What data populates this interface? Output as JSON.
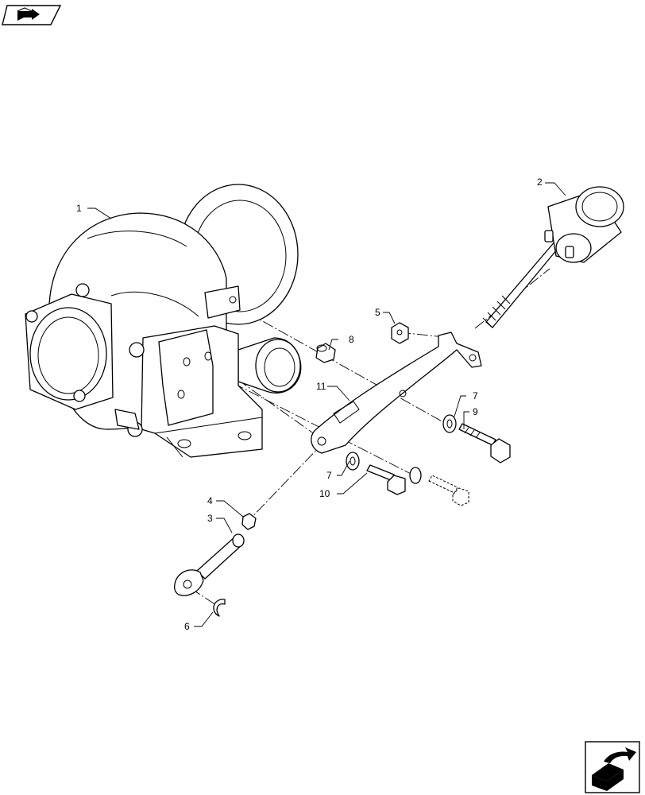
{
  "icons": {
    "top_left": "book-arrow-icon",
    "bottom_right": "next-page-arrow-icon"
  },
  "callouts": [
    "1",
    "2",
    "3",
    "4",
    "5",
    "6",
    "7",
    "7",
    "8",
    "9",
    "10",
    "11"
  ]
}
